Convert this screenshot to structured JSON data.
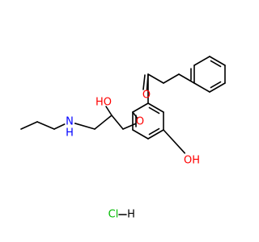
{
  "structure": {
    "atom_labels": {
      "carbonyl_o": "O",
      "ether_o": "O",
      "ho_chiral": "HO",
      "nh": "N",
      "nh_h": "H",
      "oh_ring": "OH",
      "hcl": "Cl",
      "hcl_h": "H"
    },
    "colors": {
      "carbon": "#000000",
      "oxygen": "#ff0000",
      "nitrogen": "#0000ff",
      "chlorine": "#00bb00",
      "background": "#ffffff"
    }
  }
}
